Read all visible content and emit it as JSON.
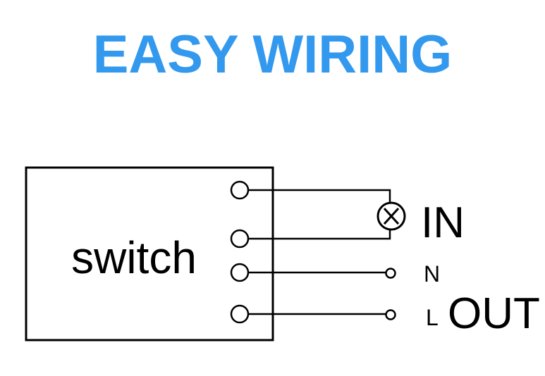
{
  "title": "EASY WIRING",
  "colors": {
    "title": "#3399ee",
    "lines": "#000000",
    "background": "#ffffff"
  },
  "diagram": {
    "box_label": "switch",
    "lamp_symbol": "X",
    "labels": {
      "in": "IN",
      "n": "N",
      "l": "L",
      "out": "OUT"
    }
  }
}
